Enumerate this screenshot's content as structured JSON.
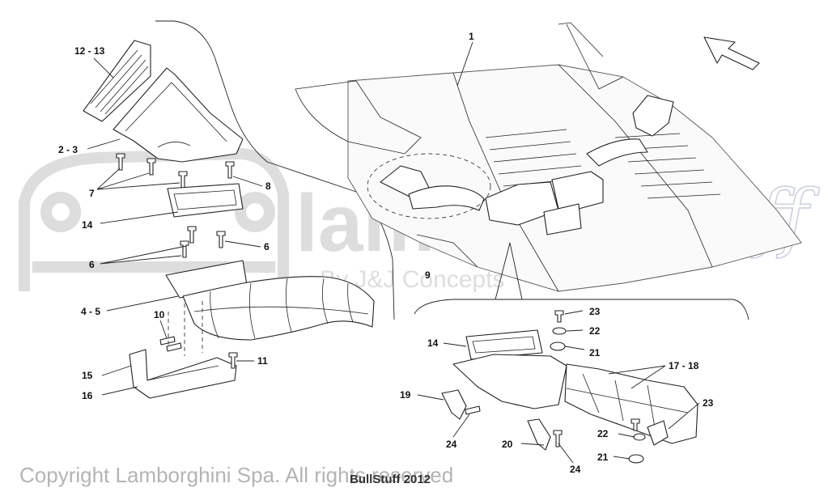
{
  "callouts": {
    "c1": "1",
    "c12_13": "12 - 13",
    "c2_3": "2 - 3",
    "c7": "7",
    "c8": "8",
    "c14a": "14",
    "c6a": "6",
    "c6b": "6",
    "c4_5": "4 - 5",
    "c9": "9",
    "c10": "10",
    "c11": "11",
    "c15": "15",
    "c16": "16",
    "c23a": "23",
    "c22a": "22",
    "c21a": "21",
    "c14b": "14",
    "c17_18": "17 - 18",
    "c19": "19",
    "c23b": "23",
    "c24a": "24",
    "c22b": "22",
    "c20": "20",
    "c24b": "24",
    "c21b": "21"
  },
  "watermark": {
    "logo_text": "lambo",
    "script_text": "Stuff",
    "byline": "By J&J Concepts"
  },
  "footer": {
    "copyright": "Copyright Lamborghini Spa. All rights reserved",
    "stamp": "BullStuff 2012"
  },
  "icons": {
    "direction_arrow": "arrow-up-left-icon"
  }
}
